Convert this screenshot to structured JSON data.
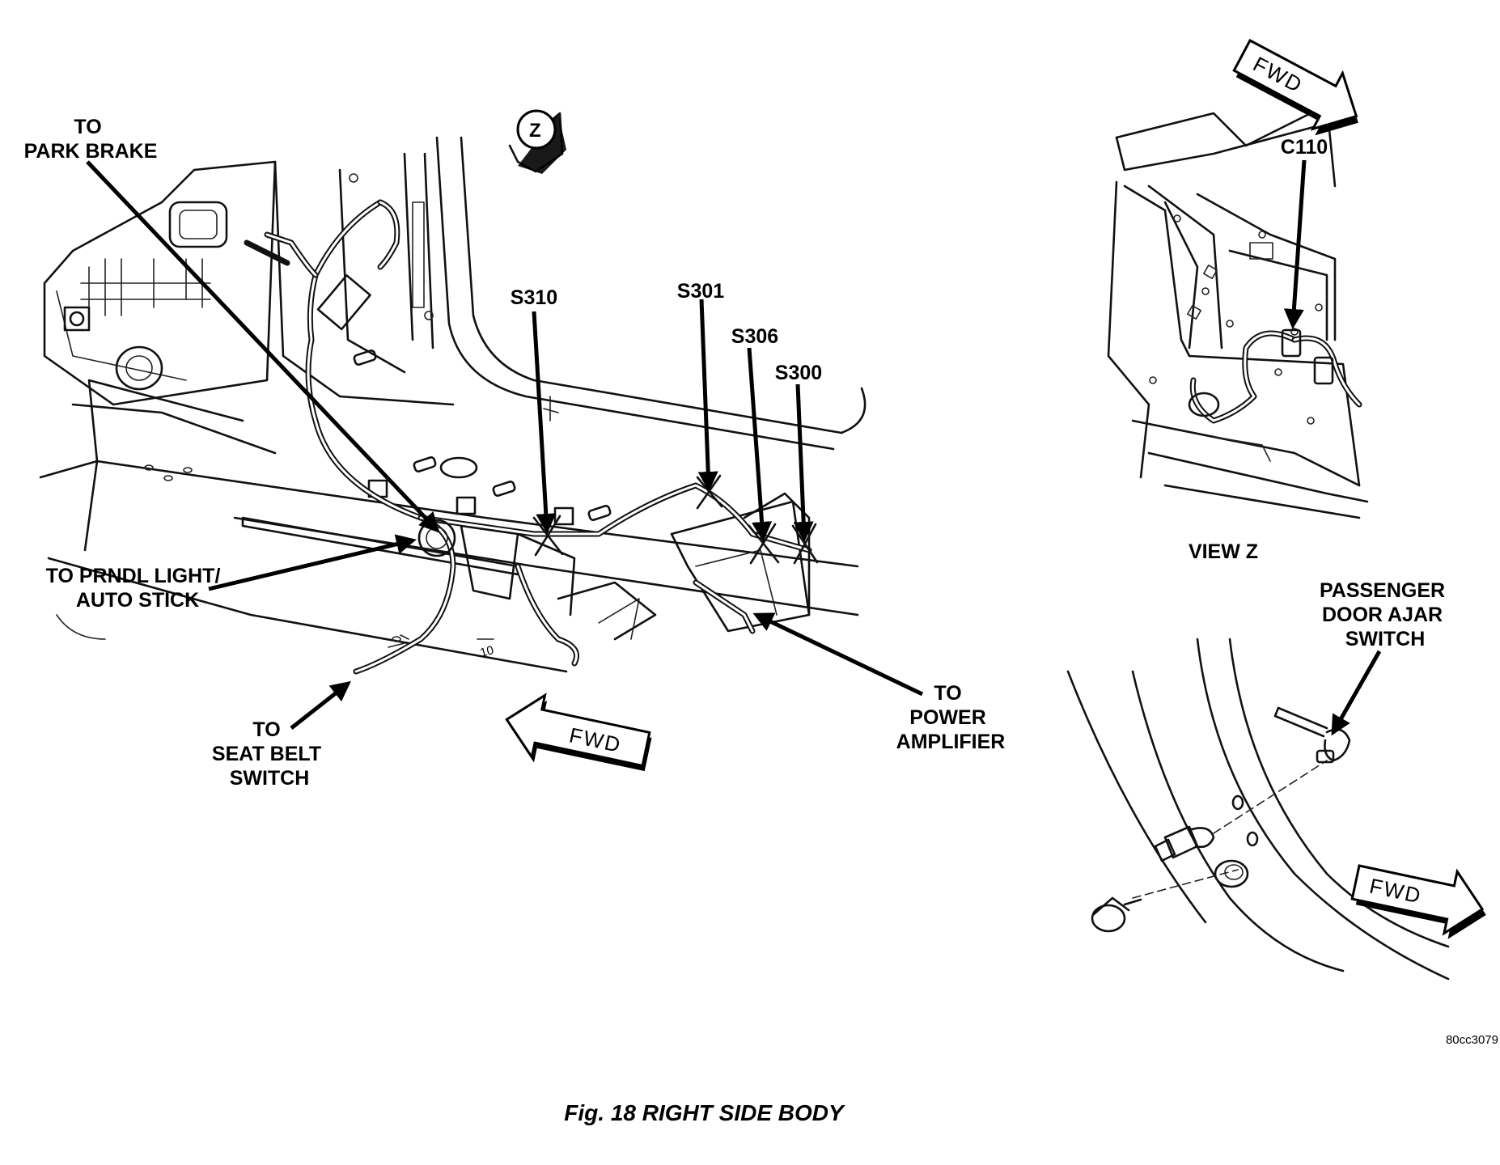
{
  "labels": {
    "park_brake": [
      "TO",
      "PARK BRAKE"
    ],
    "prndl": [
      "TO PRNDL LIGHT/",
      "AUTO STICK"
    ],
    "seat_belt": [
      "TO",
      "SEAT BELT",
      "SWITCH"
    ],
    "power_amp": [
      "TO",
      "POWER",
      "AMPLIFIER"
    ],
    "s310": "S310",
    "s301": "S301",
    "s306": "S306",
    "s300": "S300",
    "c110": "C110",
    "view_z": "VIEW Z",
    "door_ajar": [
      "PASSENGER",
      "DOOR AJAR",
      "SWITCH"
    ]
  },
  "view_marker": "Z",
  "fwd_text": "FWD",
  "reference_code": "80cc3079",
  "caption": "Fig. 18 RIGHT SIDE BODY"
}
